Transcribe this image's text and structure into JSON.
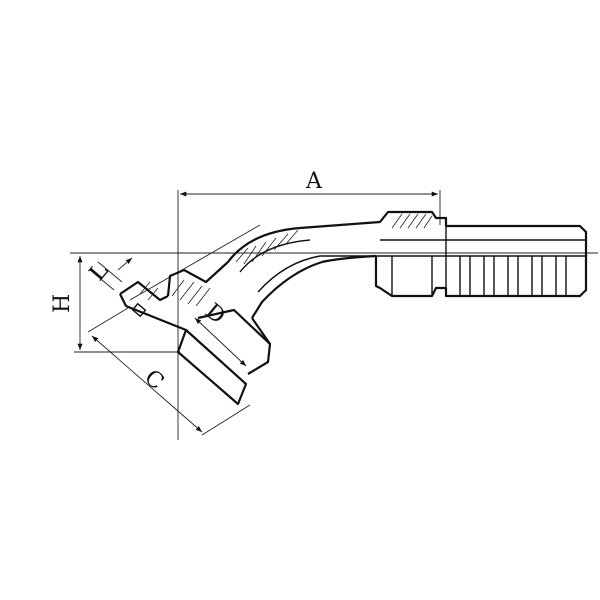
{
  "diagram": {
    "labels": {
      "A": "A",
      "H": "H",
      "C": "C",
      "D": "D",
      "L": "L"
    }
  }
}
